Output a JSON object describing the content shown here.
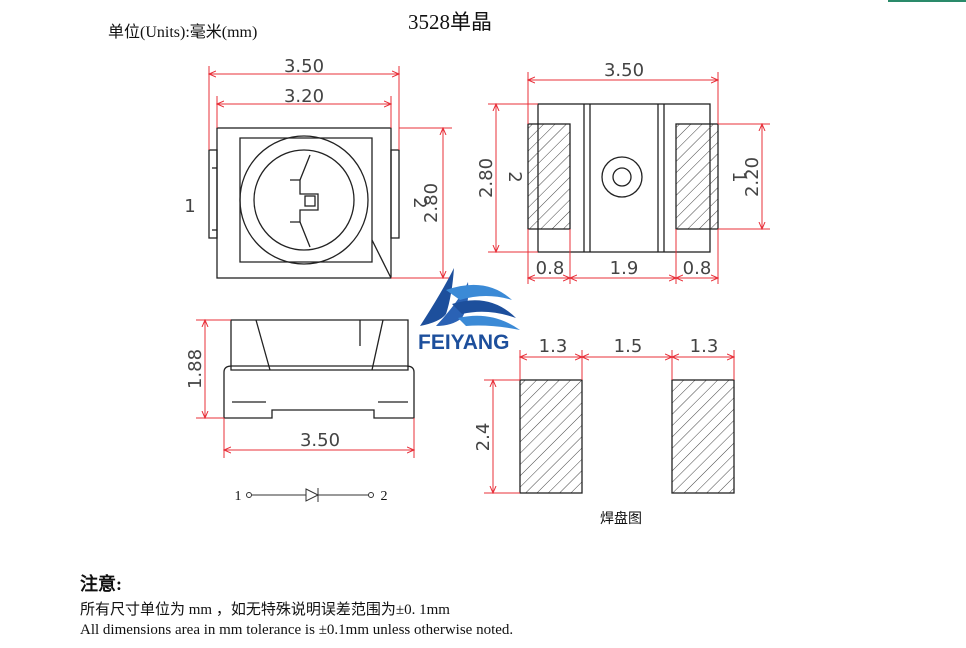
{
  "header": {
    "units_label": "单位(Units):毫米(mm)",
    "title": "3528单晶"
  },
  "top_view": {
    "dim_outer_width": "3.50",
    "dim_inner_width": "3.20",
    "dim_height": "2.80",
    "pin_left": "1",
    "pin_right": "2"
  },
  "bottom_view": {
    "dim_width": "3.50",
    "dim_height": "2.80",
    "dim_pad_height": "2.20",
    "dim_left_pad": "0.8",
    "dim_center": "1.9",
    "dim_right_pad": "0.8",
    "pin_left": "2",
    "pin_right": "1"
  },
  "side_view": {
    "dim_height": "1.88",
    "dim_width": "3.50"
  },
  "diode_symbol": {
    "pin_1": "1",
    "pin_2": "2"
  },
  "pad_layout": {
    "dim_left_pad": "1.3",
    "dim_gap": "1.5",
    "dim_right_pad": "1.3",
    "dim_pad_height": "2.4",
    "caption": "焊盘图"
  },
  "logo": {
    "text": "FEIYANG",
    "primary_color": "#1d4f9c"
  },
  "notes": {
    "heading": "注意:",
    "chinese": "所有尺寸单位为 mm ，如无特殊说明误差范围为±0. 1mm",
    "english": "All dimensions area in mm tolerance is ±0.1mm unless otherwise noted."
  },
  "colors": {
    "dimension_lines": "#e8303a",
    "outline": "#222222"
  }
}
